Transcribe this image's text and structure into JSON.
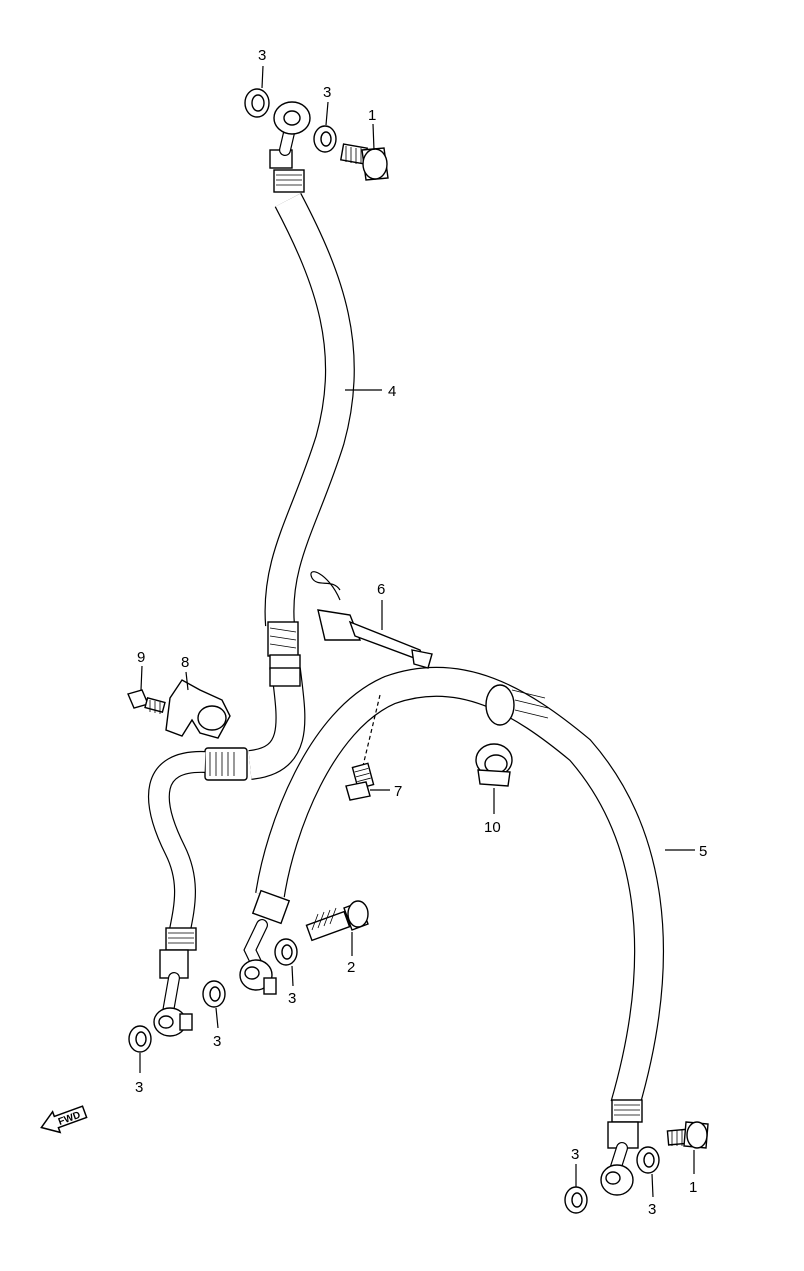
{
  "callouts": {
    "c1_top": "1",
    "c1_bottom": "1",
    "c2": "2",
    "c3_top_left": "3",
    "c3_top_right": "3",
    "c3_mid_left": "3",
    "c3_mid_center": "3",
    "c3_bottom_left": "3",
    "c3_bottom_right_a": "3",
    "c3_bottom_right_b": "3",
    "c4": "4",
    "c5": "5",
    "c6": "6",
    "c7": "7",
    "c8": "8",
    "c9": "9",
    "c10": "10"
  },
  "fwd_label": "FWD"
}
